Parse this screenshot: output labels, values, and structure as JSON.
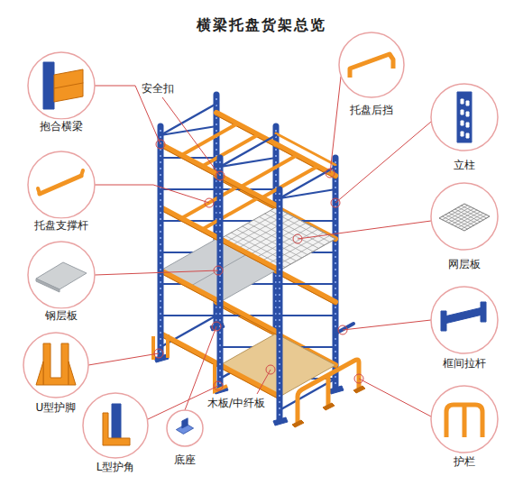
{
  "diagram": {
    "title": "横梁托盘货架总览",
    "labels": [
      "安全扣",
      "托盘后挡",
      "抱合横梁",
      "立柱",
      "托盘支撑杆",
      "网层板",
      "钢层板",
      "框间拉杆",
      "U型护脚",
      "木板/中纤板",
      "底座",
      "L型护角",
      "护栏"
    ]
  }
}
